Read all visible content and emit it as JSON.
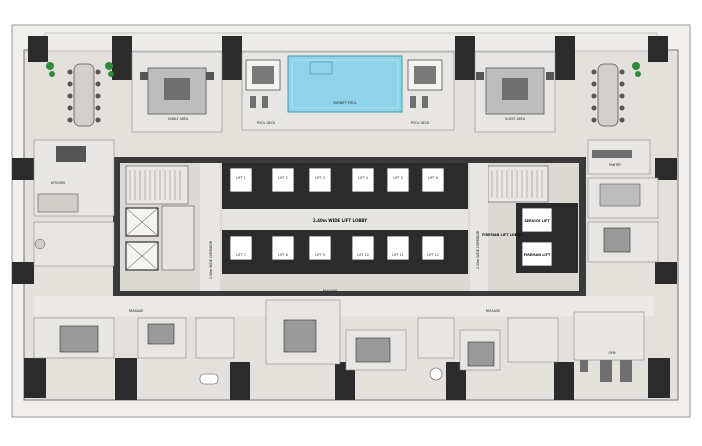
{
  "colors": {
    "wall": "#2b2b2b",
    "floor": "#e4e1dc",
    "core": "#dcd9d4",
    "terrace": "#eeece8",
    "water": "#8fd3e8",
    "plant": "#2e8b3a",
    "furniture": "#6f6f6f",
    "outline": "#9a9a9a"
  },
  "icons": [
    "plant-icon",
    "lift-car-icon",
    "sofa-icon",
    "bed-icon",
    "bathtub-icon",
    "table-icon",
    "chair-icon"
  ],
  "labels": {
    "lift_lobby": "2.40m WIDE LIFT LOBBY",
    "corridor_left": "2.00m WIDE CORRIDOR",
    "corridor_right": "2.00m WIDE CORRIDOR",
    "fireman_lift_lobby": "FIREMAN LIFT LOBBY",
    "service_lift": "SERVICE LIFT",
    "fireman_lift": "FIREMAN LIFT",
    "infinity_pool": "INFINITY POOL",
    "pool_deck_left": "POOL DECK",
    "pool_deck_right": "POOL DECK",
    "kitchen": "KITCHEN",
    "family_area": "FAMILY AREA",
    "guest_area": "GUEST AREA",
    "passage_left": "PASSAGE",
    "passage_center": "PASSAGE",
    "passage_right": "PASSAGE",
    "pantry": "PANTRY",
    "gym": "GYM",
    "service_lift_tag": "SERVICE LIFT",
    "fireman_lift_tag": "FIREMAN LIFT"
  },
  "lifts": {
    "top_row": [
      "LIFT 1",
      "LIFT 2",
      "LIFT 3",
      "LIFT 4",
      "LIFT 5",
      "LIFT 6"
    ],
    "bottom_row": [
      "LIFT 7",
      "LIFT 8",
      "LIFT 9",
      "LIFT 10",
      "LIFT 11",
      "LIFT 12"
    ]
  }
}
